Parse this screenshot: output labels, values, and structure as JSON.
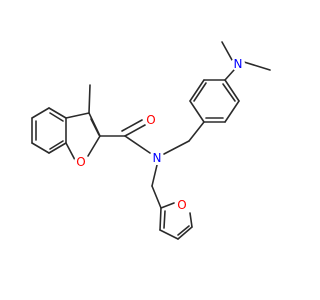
{
  "molecule": {
    "atoms": {
      "o_carbonyl": {
        "symbol": "O",
        "color": "#ff0000"
      },
      "n_amide": {
        "symbol": "N",
        "color": "#0000ff"
      },
      "o_benzofuran": {
        "symbol": "O",
        "color": "#ff0000"
      },
      "o_furan": {
        "symbol": "O",
        "color": "#ff0000"
      },
      "n_dimethylamino": {
        "symbol": "N",
        "color": "#0000ff"
      }
    },
    "bond_color": "#2b2b2b"
  }
}
